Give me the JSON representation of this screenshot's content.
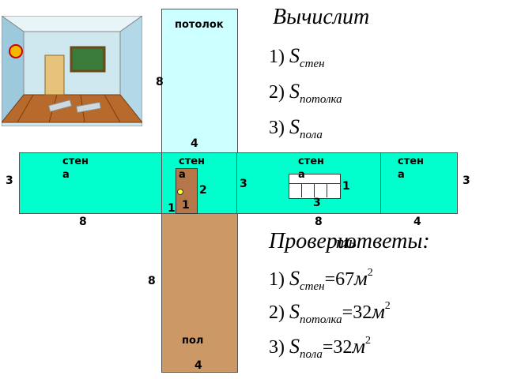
{
  "net": {
    "ceiling_label": "потолок",
    "floor_label": "пол",
    "wall_labels": [
      "стена",
      "стена",
      "стена",
      "стена"
    ],
    "dimensions": {
      "ceiling_height": "8",
      "ceiling_width": "4",
      "wall_height_left": "3",
      "wall_height_mid": "3",
      "wall_height_right": "3",
      "door_height": "2",
      "door_width": "1",
      "door_offset": "1",
      "window_height": "1",
      "window_width": "3",
      "wall_length_left": "8",
      "wall_length_mid": "8",
      "wall_length_right": "4",
      "floor_height": "8",
      "floor_width": "4"
    }
  },
  "tasks": {
    "heading": "Вычислит",
    "items": [
      {
        "num": "1)",
        "sym": "S",
        "sub": "стен"
      },
      {
        "num": "2)",
        "sym": "S",
        "sub": "потолка"
      },
      {
        "num": "3)",
        "sym": "S",
        "sub": "пола"
      }
    ]
  },
  "answers": {
    "heading_a": "Провери",
    "heading_b": "ответы:",
    "overlap": "ть",
    "items": [
      {
        "num": "1)",
        "sym": "S",
        "sub": "стен",
        "eq": "=",
        "value": "67",
        "unit": "м",
        "pow": "2"
      },
      {
        "num": "2)",
        "sym": "S",
        "sub": "потолка",
        "eq": "=",
        "value": "32",
        "unit": "м",
        "pow": "2"
      },
      {
        "num": "3)",
        "sym": "S",
        "sub": "пола",
        "eq": "=",
        "value": "32",
        "unit": "м",
        "pow": "2"
      }
    ]
  },
  "colors": {
    "wall": "#00ffcc",
    "ceiling": "#ccffff",
    "floor": "#cc9966",
    "door": "#b5774a"
  }
}
